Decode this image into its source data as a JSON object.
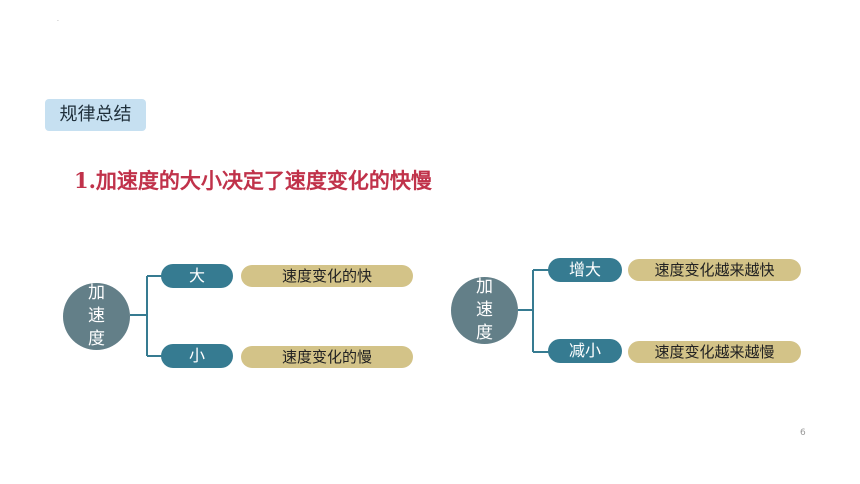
{
  "slide": {
    "mark": ".",
    "tag": "规律总结",
    "heading": "1.加速度的大小决定了速度变化的快慢",
    "page_number": "6"
  },
  "left_diagram": {
    "center": [
      "加",
      "速",
      "度"
    ],
    "branches": [
      {
        "label": "大",
        "result": "速度变化的快"
      },
      {
        "label": "小",
        "result": "速度变化的慢"
      }
    ]
  },
  "right_diagram": {
    "center": [
      "加",
      "速",
      "度"
    ],
    "branches": [
      {
        "label": "增大",
        "result": "速度变化越来越快"
      },
      {
        "label": "减小",
        "result": "速度变化越来越慢"
      }
    ]
  },
  "colors": {
    "tag_bg": "#c6e0f1",
    "heading": "#c0324a",
    "circle": "#637f88",
    "teal_pill": "#367b91",
    "tan_pill": "#d3c388",
    "connector": "#367b91"
  }
}
